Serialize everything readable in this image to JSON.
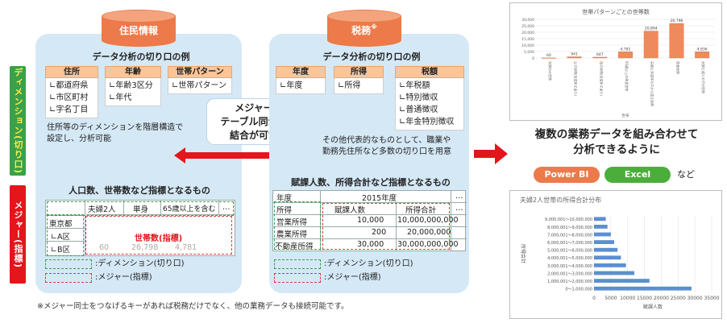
{
  "sidebar": {
    "dimension": "ディメンション(切り口)",
    "measure": "メジャー(指標)"
  },
  "left": {
    "title": "住民情報",
    "section": "データ分析の切り口の例",
    "groups": [
      {
        "header": "住所",
        "items": [
          "∟都道府県",
          "∟市区町村",
          "∟字名丁目"
        ]
      },
      {
        "header": "年齢",
        "items": [
          "∟年齢3区分",
          "∟年代"
        ]
      },
      {
        "header": "世帯パターン",
        "items": [
          "∟世帯パターン"
        ]
      }
    ],
    "note1": "住所等のディメンションを階層構造で",
    "note2": "設定し、分析可能",
    "measure_title": "人口数、世帯数など指標となるもの",
    "table_headers": [
      "夫婦2人",
      "単身",
      "65歳以上を含む",
      "…"
    ],
    "rows": [
      "東京都",
      "∟A区",
      "∟B区"
    ],
    "measure_label": "世帯数(指標)",
    "b_values": [
      "60",
      "26,798",
      "4,781"
    ],
    "legend_dim": ":ディメンション(切り口)",
    "legend_mea": ":メジャー(指標)"
  },
  "center": {
    "l1": "メジャー",
    "l2": "テーブル同士の",
    "l3": "結合が可能"
  },
  "right": {
    "title": "税務",
    "title_mark": "※",
    "section": "データ分析の切り口の例",
    "groups": [
      {
        "header": "年度",
        "items": [
          "∟年度"
        ]
      },
      {
        "header": "所得",
        "items": [
          "∟所得"
        ]
      },
      {
        "header": "税額",
        "items": [
          "∟年税額",
          "∟特別徴収",
          "∟普通徴収",
          "∟年金特別徴収"
        ]
      }
    ],
    "note1": "その他代表的なものとして、職業や",
    "note2": "勤務先住所など多数の切り口を用意",
    "measure_title": "賦課人数、所得合計など指標となるもの",
    "year_label": "年度",
    "year_value": "2015年度",
    "col_labels": [
      "所得",
      "賦課人数",
      "所得合計"
    ],
    "rows": [
      {
        "name": "営業所得",
        "count": "10,000",
        "total": "10,000,000,000"
      },
      {
        "name": "農業所得",
        "count": "200",
        "total": "20,000,000"
      },
      {
        "name": "不動産所得",
        "count": "30,000",
        "total": "30,000,000,000"
      }
    ],
    "ellipsis": "…",
    "legend_dim": ":ディメンション(切り口)",
    "legend_mea": ":メジャー(指標)"
  },
  "footnote": "※メジャー同士をつなげるキーがあれば税務だけでなく、他の業務データも接続可能です。",
  "headline1": "複数の業務データを組み合わせて",
  "headline2": "分析できるように",
  "tools": {
    "powerbi": "Power BI",
    "excel": "Excel",
    "suffix": "など"
  },
  "colors": {
    "panel": "#d5e8f6",
    "orange": "#ec7a4a",
    "red": "#e3161b",
    "green": "#3aa04a",
    "blue": "#2e78c4"
  },
  "chart_data": [
    {
      "type": "bar",
      "title": "世帯パターンごとの世帯数",
      "xlabel": "世帯",
      "categories": [
        "夫婦のみ世帯",
        "父子世帯(未成年子あり)",
        "母子世帯(未成年子あり)",
        "65歳以上の単身世帯",
        "夫婦と未成年の子から成る世帯",
        "単身世帯",
        "夫婦と成人の子の世帯"
      ],
      "values": [
        60,
        941,
        647,
        4781,
        20894,
        26798,
        4836
      ],
      "labels": [
        "60",
        "941",
        "647",
        "4,781",
        "20,894",
        "26,798",
        "4,836"
      ],
      "ylim": [
        0,
        30000
      ],
      "yticks": [
        "0",
        "5,000",
        "10,000",
        "15,000",
        "20,000",
        "25,000",
        "30,000"
      ]
    },
    {
      "type": "bar",
      "orientation": "horizontal",
      "title": "夫婦2人世帯の所得合計分布",
      "xlabel": "賦課人数",
      "ylabel": "所得合計",
      "categories": [
        "0～1,000,000",
        "1,000,001～2,000,000",
        "2,000,001～3,000,000",
        "3,000,001～4,000,000",
        "4,000,001～5,000,000",
        "5,000,001～6,000,000",
        "6,000,001～7,000,000",
        "7,000,001～8,000,000",
        "8,000,001～9,000,000",
        "9,000,001～10,000,000"
      ],
      "values": [
        29000,
        16500,
        12000,
        9500,
        8000,
        7000,
        6000,
        5000,
        4000,
        3500
      ],
      "xlim": [
        0,
        35000
      ],
      "xticks": [
        "0",
        "5000",
        "10000",
        "15000",
        "20000",
        "25000",
        "30000",
        "35000"
      ]
    }
  ]
}
